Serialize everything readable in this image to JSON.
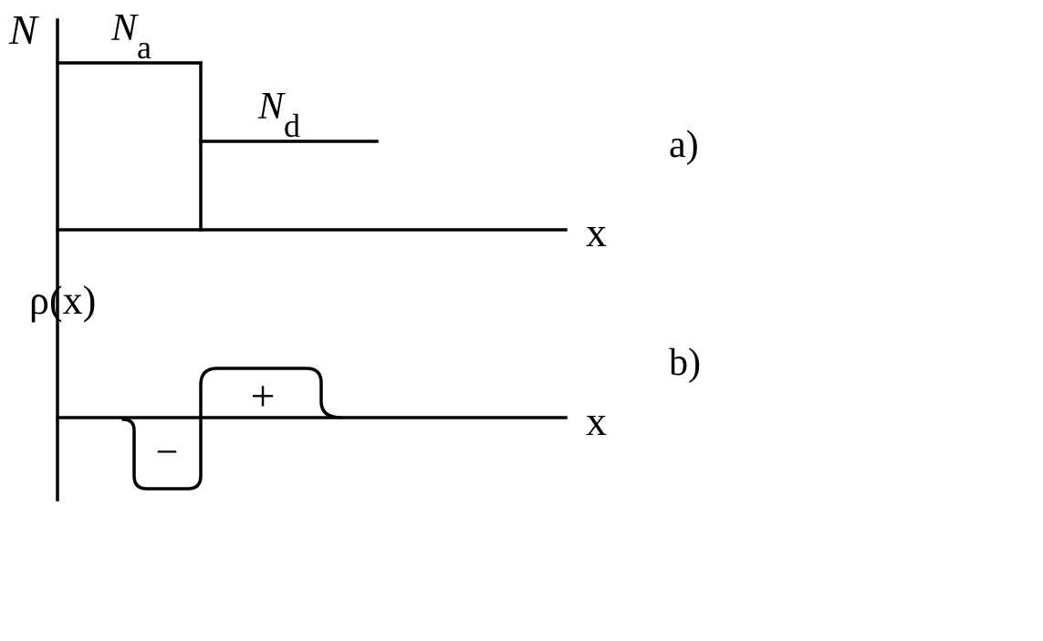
{
  "panel_a": {
    "y_label": "N",
    "na_main": "N",
    "na_sub": "a",
    "nd_main": "N",
    "nd_sub": "d",
    "x_label": "x",
    "panel_label": "a)"
  },
  "panel_b": {
    "y_label": "ρ(x)",
    "x_label": "x",
    "panel_label": "b)",
    "neg_sign": "−",
    "pos_sign": "+"
  }
}
